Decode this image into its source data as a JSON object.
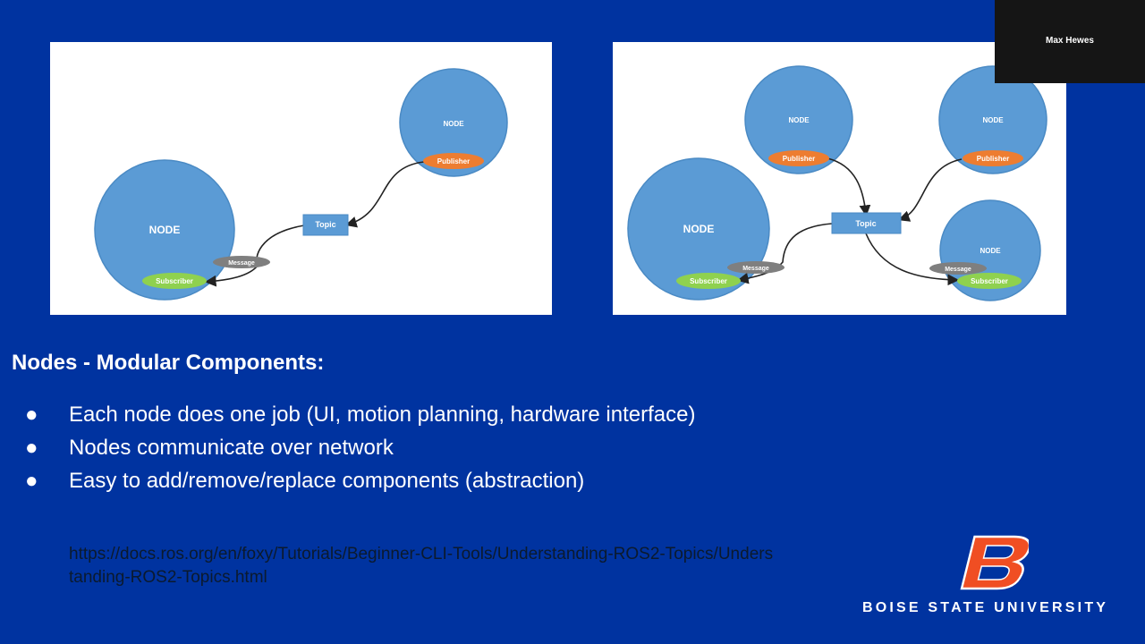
{
  "participant": {
    "name": "Max Hewes"
  },
  "diagram_left": {
    "node_large": "NODE",
    "node_small": "NODE",
    "publisher": "Publisher",
    "topic": "Topic",
    "message": "Message",
    "subscriber": "Subscriber"
  },
  "diagram_right": {
    "node_main": "NODE",
    "node_top_left": "NODE",
    "node_top_right": "NODE",
    "node_bottom_right": "NODE",
    "publisher_1": "Publisher",
    "publisher_2": "Publisher",
    "topic": "Topic",
    "message_1": "Message",
    "message_2": "Message",
    "subscriber_1": "Subscriber",
    "subscriber_2": "Subscriber"
  },
  "slide": {
    "heading": "Nodes - Modular Components:",
    "bullet_char": "●",
    "bullets": [
      "Each node does one job (UI, motion planning, hardware interface)",
      "Nodes communicate over network",
      "Easy to add/remove/replace components (abstraction)"
    ],
    "link": "https://docs.ros.org/en/foxy/Tutorials/Beginner-CLI-Tools/Understanding-ROS2-Topics/Understanding-ROS2-Topics.html"
  },
  "branding": {
    "university": "BOISE STATE UNIVERSITY"
  },
  "colors": {
    "background": "#0033a0",
    "node": "#5b9bd5",
    "publisher": "#ed7d31",
    "subscriber": "#8fd14f",
    "message": "#7f7f7f",
    "brand_orange": "#f04e23"
  }
}
